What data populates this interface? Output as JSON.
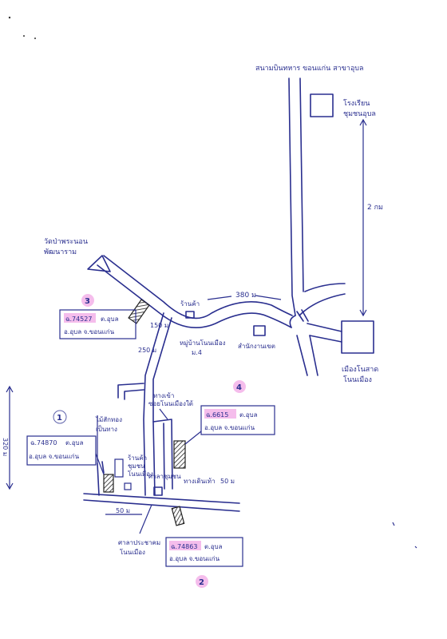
{
  "header": {
    "top_label": "สนามบินทหาร ขอนแก่น สาขาอุบล"
  },
  "landmarks": {
    "hospital": {
      "line1": "โรงเรียน",
      "line2": "ชุมชนอุบล"
    },
    "district": {
      "line1": "เมืองโนสาด",
      "line2": "โนนเมือง"
    },
    "temple": {
      "line1": "วัดป่าพระนอน",
      "line2": "พัฒนาราม"
    },
    "store": "ร้านค้า",
    "health": "สำนักงานเขต",
    "village": {
      "line1": "หมู่บ้านโนนเมือง",
      "line2": "ม.4"
    },
    "alley": {
      "line1": "ทางเข้า",
      "line2": "ซอยโนนเมืองใต้"
    },
    "village_road": "ทางเดินเท้า",
    "community_hall": "ศาลาชุมชน",
    "sala": {
      "line1": "ศาลาประชาคม",
      "line2": "โนนเมือง"
    },
    "garden": {
      "line1": "ไม้สักทอง",
      "line2": "เป็นทาง"
    },
    "small_shop": {
      "line1": "ร้านค้า",
      "line2": "ชุมชน",
      "line3": "โนนเมือง"
    }
  },
  "distances": {
    "d_2km": "2 กม",
    "d_380m": "380 ม",
    "d_150m": "150 ม",
    "d_250m": "250 ม",
    "d_50m_right": "50 ม",
    "d_50m_bottom": "50 ม",
    "d_320m": "320 ม"
  },
  "plots": [
    {
      "id": "1",
      "deed": "ฉ.74870",
      "sub": "ต.อุบล",
      "line2": "อ.อุบล จ.ขอนแก่น"
    },
    {
      "id": "2",
      "deed": "ฉ.74863",
      "sub": "ต.อุบล",
      "line2": "อ.อุบล จ.ขอนแก่น"
    },
    {
      "id": "3",
      "deed": "ฉ.74527",
      "sub": "ต.อุบล",
      "line2": "อ.อุบล จ.ขอนแก่น"
    },
    {
      "id": "4",
      "deed": "ฉ.6615",
      "sub": "ต.อุบล",
      "line2": "อ.อุบล จ.ขอนแก่น"
    }
  ]
}
